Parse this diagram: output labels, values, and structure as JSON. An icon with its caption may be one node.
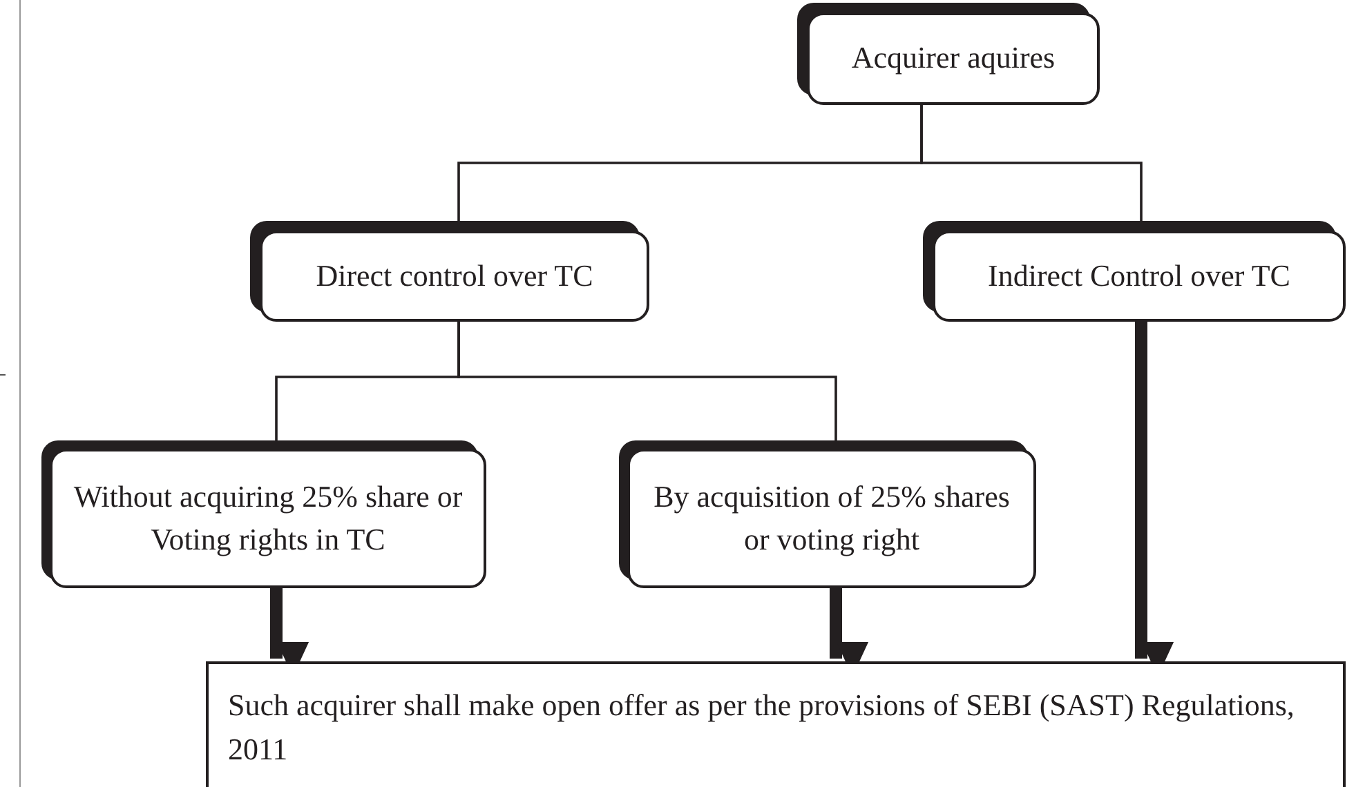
{
  "diagram": {
    "nodes": [
      {
        "text": [
          "Acquirer aquires"
        ]
      },
      {
        "text": [
          "Direct control over TC"
        ]
      },
      {
        "text": [
          "Indirect Control over TC"
        ]
      },
      {
        "text": [
          "Without acquiring 25% share or Voting rights in TC"
        ]
      },
      {
        "text": [
          "By acquisition of 25% shares or voting right"
        ]
      },
      {
        "text": [
          "Such acquirer shall make open offer as per the provisions of SEBI (SAST) Regulations, 2011"
        ]
      }
    ],
    "edges": [
      {
        "from": 0,
        "to": 1,
        "arrow": "none"
      },
      {
        "from": 0,
        "to": 2,
        "arrow": "none"
      },
      {
        "from": 1,
        "to": 3,
        "arrow": "none"
      },
      {
        "from": 1,
        "to": 4,
        "arrow": "none"
      },
      {
        "from": 3,
        "to": 5,
        "arrow": "to",
        "style": "thick"
      },
      {
        "from": 4,
        "to": 5,
        "arrow": "to",
        "style": "thick"
      },
      {
        "from": 2,
        "to": 5,
        "arrow": "to",
        "style": "thick"
      }
    ]
  }
}
